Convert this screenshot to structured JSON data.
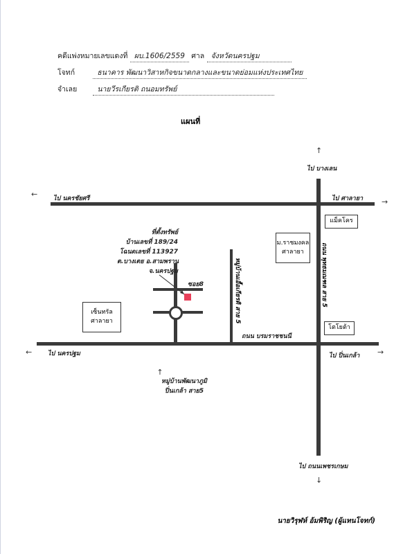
{
  "header": {
    "case_label": "คดีแพ่งหมายเลขแดงที่",
    "case_no": "ผบ.1606/2559",
    "court_label": "ศาล",
    "court_name": "จังหวัดนครปฐม",
    "plaintiff_label": "โจทก์",
    "plaintiff_name": "ธนาคาร พัฒนาวิสาหกิจขนาดกลางและขนาดย่อมแห่งประเทศไทย",
    "defendant_label": "จำเลย",
    "defendant_name": "นายวีรเกียรติ ถนอมทรัพย์"
  },
  "title": "แผนที่",
  "map": {
    "dir_top": "ไป บางเลน",
    "dir_left_top": "ไป นครชัยศรี",
    "dir_right_top": "ไป ศาลายา",
    "dir_left_bottom": "ไป นครปฐม",
    "dir_right_bottom": "ไป ปิ่นเกล้า",
    "dir_bottom": "ไป ถนนเพชรเกษม",
    "road_main_vertical": "ถนน พุทธมณฑล สาย 5",
    "road_secondary_vertical": "หมู่บ้านเอื้อเกียรติ สาย 5",
    "road_main_horizontal": "ถนน บรมราชชนนี",
    "soi_label": "ซอย8",
    "property_lines": [
      "ที่ตั้งทรัพย์",
      "บ้านเลขที่ 189/24",
      "โฉนดเลขที่ 113927",
      "ต.บางเตย อ.สามพราน",
      "จ.นครปฐม"
    ],
    "village_lines": [
      "หมู่บ้านพัฒนาภูมิ",
      "ปิ่นเกล้า สาย5"
    ],
    "landmark_makro": "แม็คโคร",
    "landmark_university": [
      "ม.ราชมงคล",
      "ศาลายา"
    ],
    "landmark_central": [
      "เซ็นทรัล",
      "ศาลายา"
    ],
    "landmark_toyota": "โตโยต้า",
    "property_color": "#e8405a"
  },
  "footer": {
    "signature": "นายวิรุฬห์ อ้มพิริญ (ผู้แทนโจทก์)"
  }
}
